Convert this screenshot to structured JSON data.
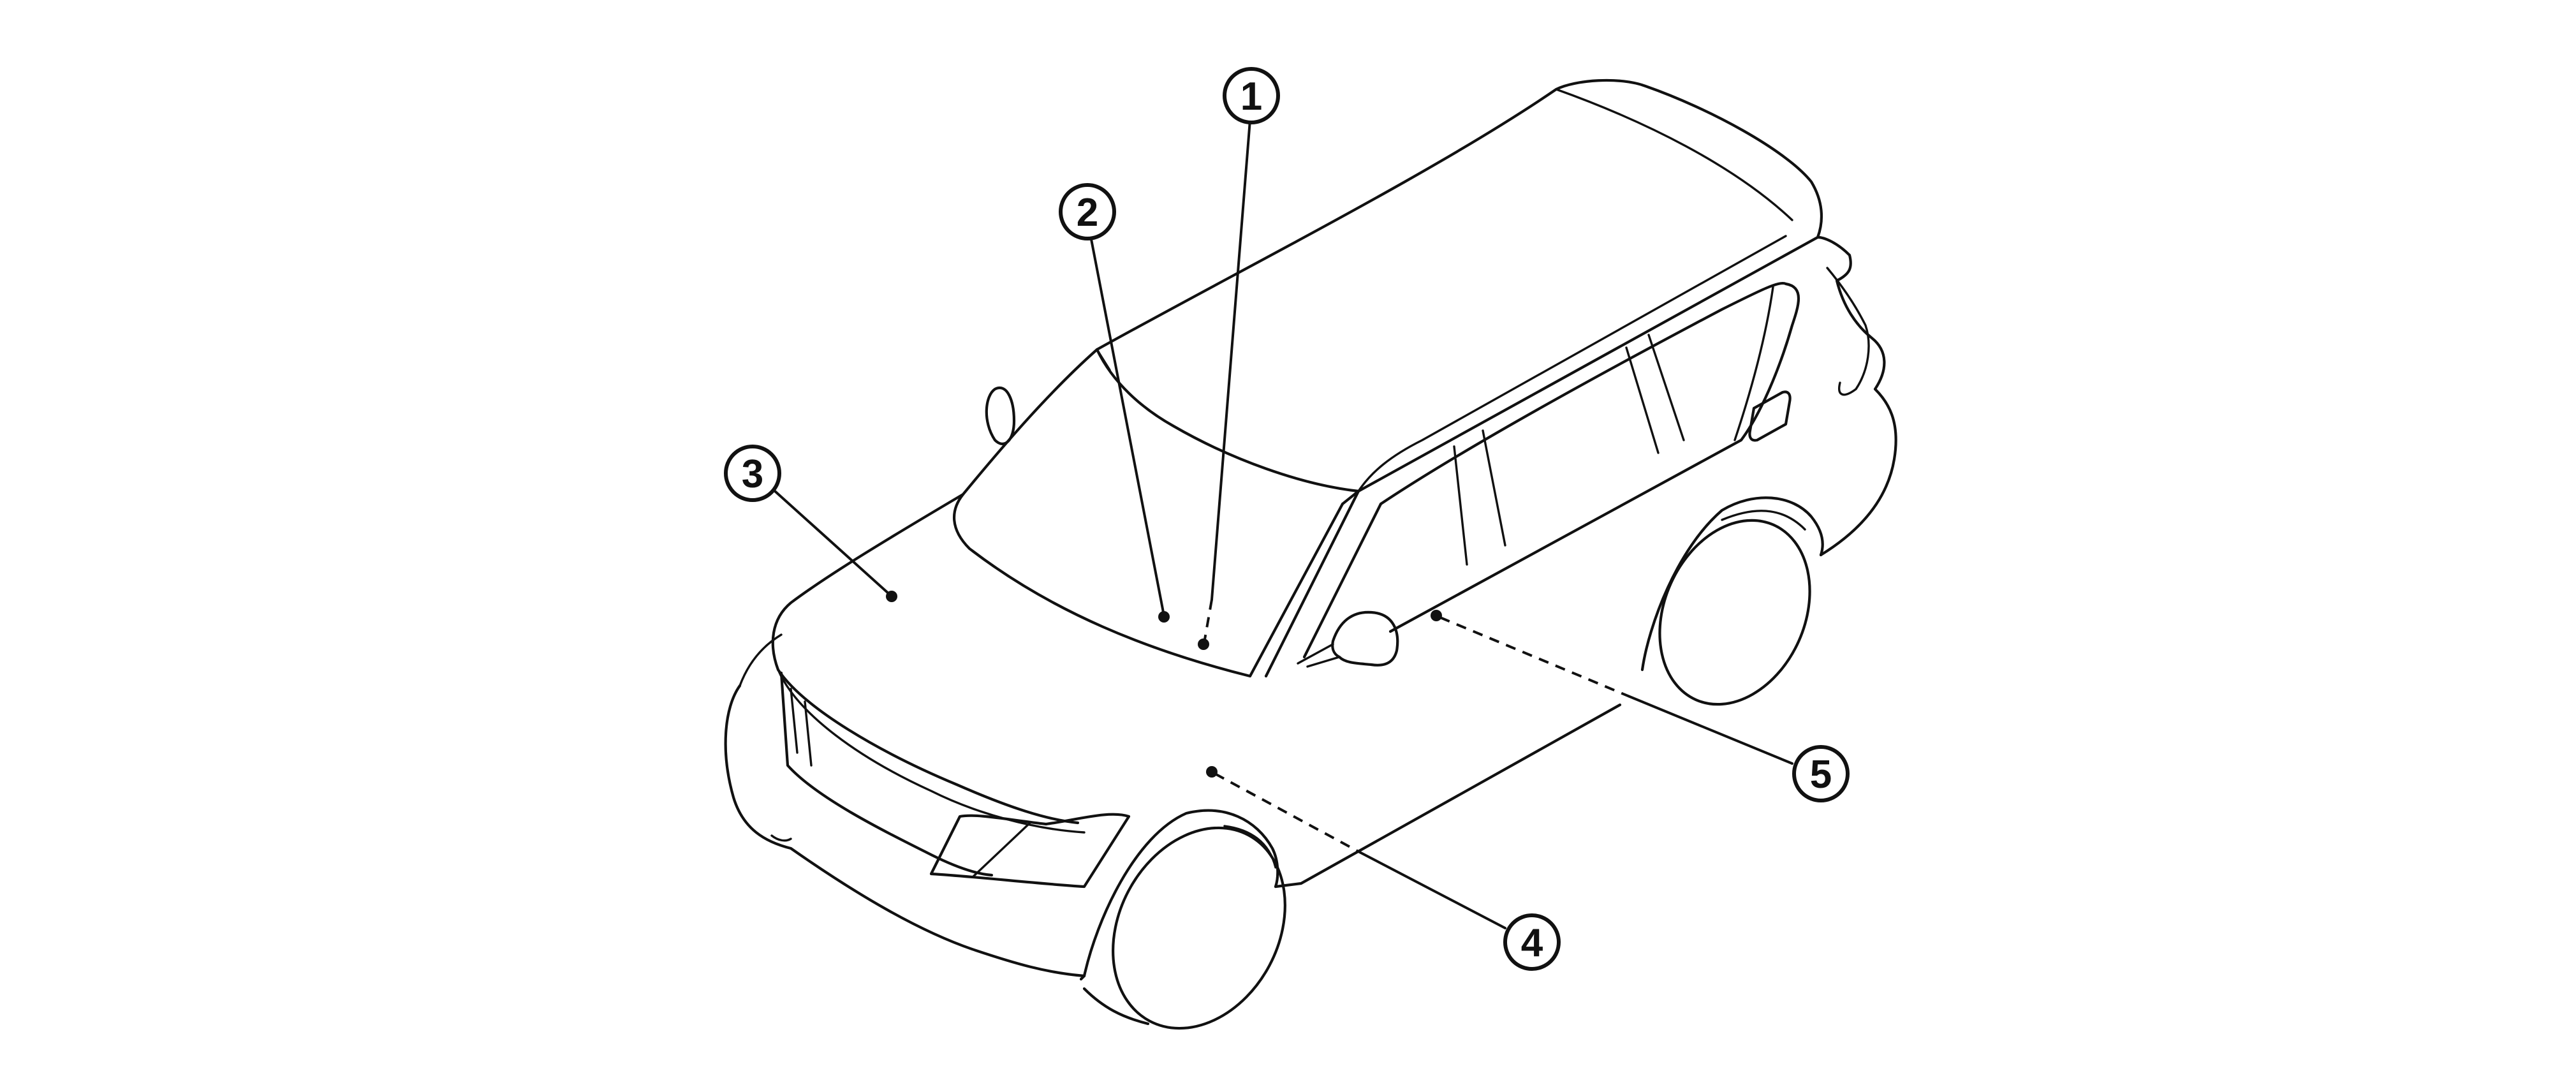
{
  "diagram": {
    "callouts": [
      {
        "id": "1",
        "label": "1"
      },
      {
        "id": "2",
        "label": "2"
      },
      {
        "id": "3",
        "label": "3"
      },
      {
        "id": "4",
        "label": "4"
      },
      {
        "id": "5",
        "label": "5"
      }
    ],
    "colors": {
      "line": "#111111",
      "background": "#ffffff"
    }
  }
}
